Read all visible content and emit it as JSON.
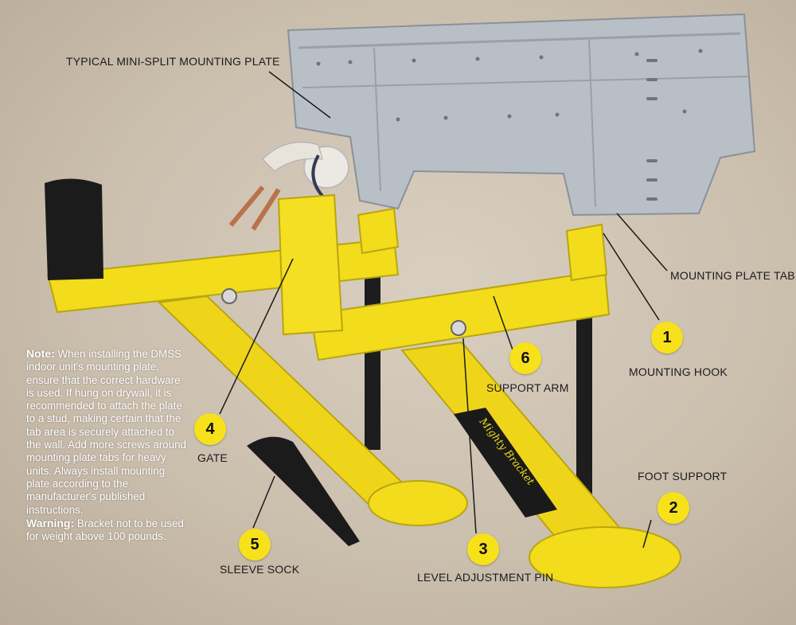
{
  "labels": {
    "mounting_plate": "TYPICAL MINI-SPLIT MOUNTING PLATE",
    "mounting_plate_tab": "MOUNTING PLATE TAB",
    "mounting_hook": "MOUNTING HOOK",
    "support_arm": "SUPPORT ARM",
    "foot_support": "FOOT SUPPORT",
    "gate": "GATE",
    "sleeve_sock": "SLEEVE SOCK",
    "level_adjustment_pin": "LEVEL ADJUSTMENT PIN"
  },
  "badges": {
    "one": "1",
    "two": "2",
    "three": "3",
    "four": "4",
    "five": "5",
    "six": "6"
  },
  "brand_text": "Mighty Bracket",
  "note": {
    "heading": "Note:",
    "text": "When installing the DMSS indoor unit's mounting plate, ensure that the correct hardware is used. If hung on drywall, it is recommended to attach the plate to a stud, making certain that the tab area is securely attached to the wall. Add more screws around mounting plate tabs for heavy units. Always install mounting plate according to the manufacturer's published instructions.",
    "warning_heading": "Warning:",
    "warning_text": "Bracket not to be used for weight above 100 pounds."
  },
  "colors": {
    "bracket_yellow": "#f2dc1c",
    "badge_yellow": "#f7e11a",
    "plate_silver": "#b9bfc6",
    "wall": "#cbbfae"
  }
}
